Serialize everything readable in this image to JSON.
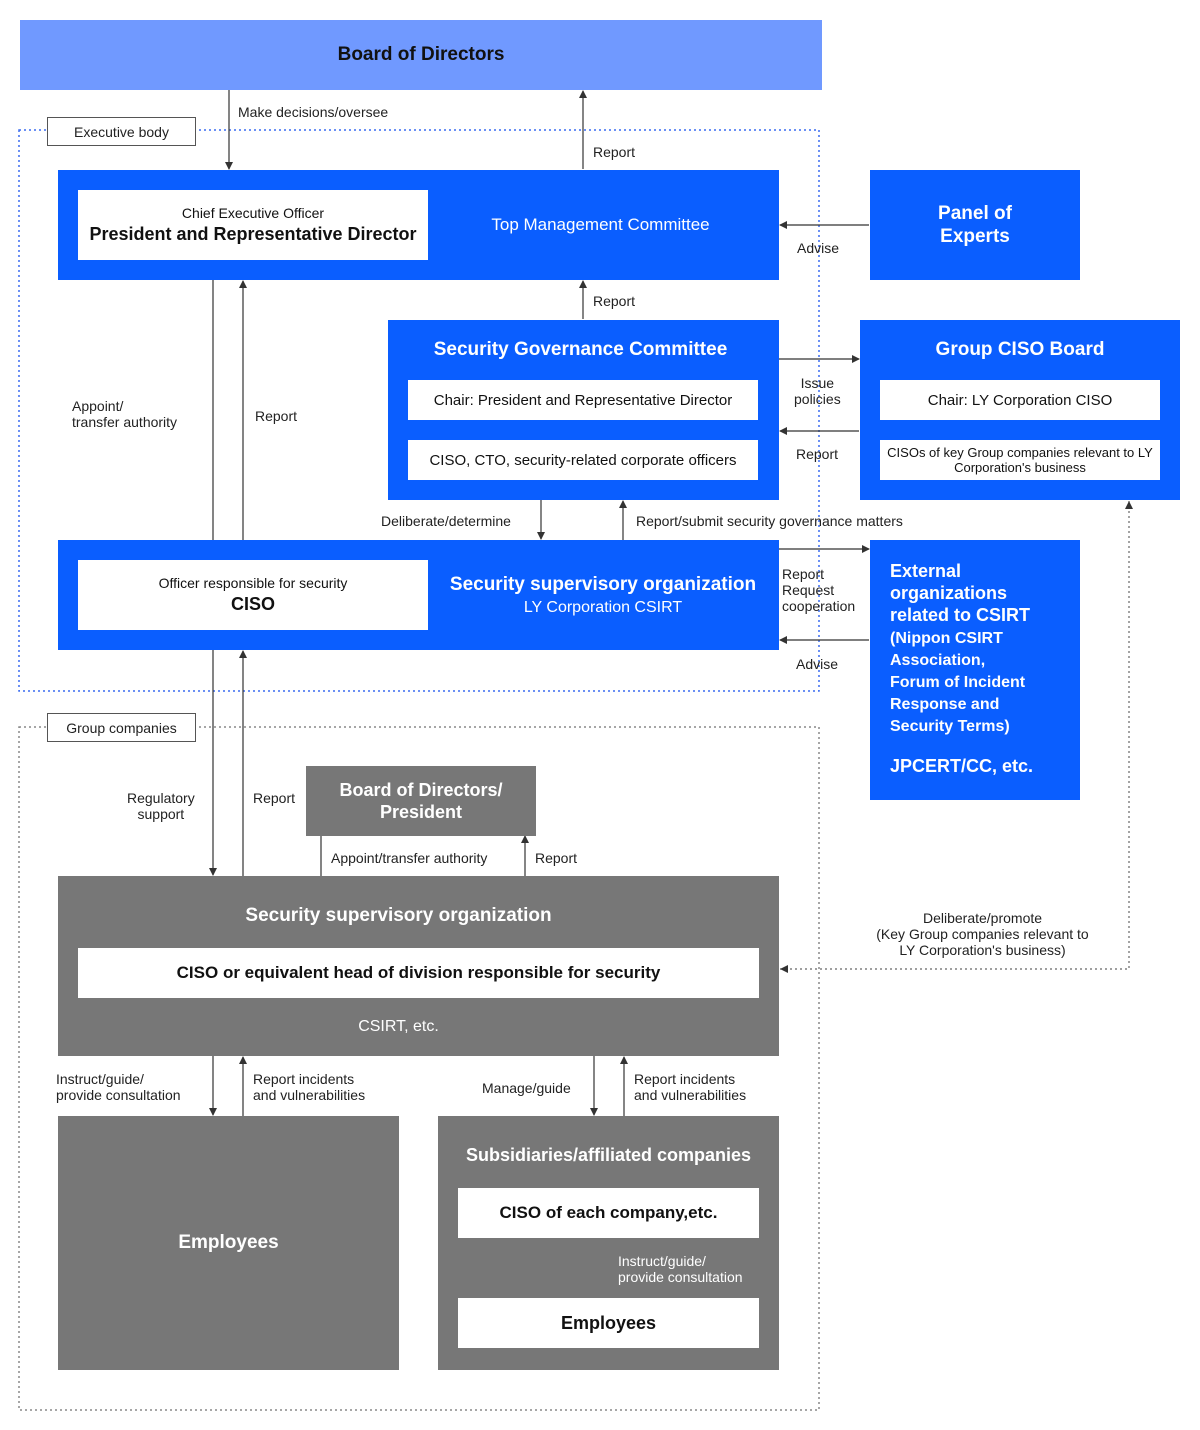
{
  "board": {
    "title": "Board of Directors"
  },
  "tags": {
    "executive": "Executive body",
    "group": "Group companies"
  },
  "labels": {
    "make_decisions": "Make decisions/oversee",
    "report_board": "Report",
    "advise_panel": "Advise",
    "report_sgc": "Report",
    "appoint": "Appoint/\ntransfer authority",
    "report_ciso": "Report",
    "issue_policies": "Issue\npolicies",
    "report_group": "Report",
    "deliberate_determine": "Deliberate/determine",
    "report_submit": "Report/submit security governance matters",
    "report_request": "Report\nRequest\ncooperation",
    "advise_ext": "Advise",
    "regulatory": "Regulatory\nsupport",
    "report_group_ciso": "Report",
    "appoint_transfer": "Appoint/transfer authority",
    "report_gbod": "Report",
    "deliberate_promote": "Deliberate/promote\n(Key Group companies relevant to\nLY Corporation's business)",
    "instruct_left": "Instruct/guide/\nprovide consultation",
    "report_incidents_left": "Report incidents\nand vulnerabilities",
    "manage_guide": "Manage/guide",
    "report_incidents_right": "Report incidents\nand vulnerabilities",
    "instruct_sub": "Instruct/guide/\nprovide consultation"
  },
  "tmc": {
    "title": "Top Management Committee",
    "ceo_sub": "Chief Executive Officer",
    "ceo_main": "President and Representative Director"
  },
  "panel": {
    "title": "Panel of\nExperts"
  },
  "sgc": {
    "title": "Security Governance Committee",
    "chair": "Chair: President and Representative Director",
    "members": "CISO, CTO, security-related corporate officers"
  },
  "gcb": {
    "title": "Group CISO Board",
    "chair": "Chair: LY Corporation CISO",
    "members": "CISOs of key Group companies relevant to LY Corporation's business"
  },
  "sso": {
    "title": "Security supervisory organization",
    "subtitle": "LY Corporation CSIRT",
    "officer_sub": "Officer responsible for security",
    "officer_main": "CISO"
  },
  "external": {
    "title": "External\norganizations\nrelated to CSIRT",
    "list": "(Nippon CSIRT\n Association,\n Forum of Incident\n Response and\n Security Terms)",
    "jpcert": "JPCERT/CC, etc."
  },
  "gbod": {
    "title": "Board of Directors/\nPresident"
  },
  "gsso": {
    "title": "Security supervisory organization",
    "head": "CISO or equivalent head of division responsible for security",
    "csirt": "CSIRT, etc."
  },
  "employees": {
    "title": "Employees"
  },
  "subs": {
    "title": "Subsidiaries/affiliated companies",
    "ciso": "CISO of each company,etc.",
    "employees": "Employees"
  },
  "colors": {
    "blue": "#0a5eff",
    "light_blue": "#7099ff",
    "gray": "#777777",
    "dotted_blue": "#3a6cf0"
  }
}
